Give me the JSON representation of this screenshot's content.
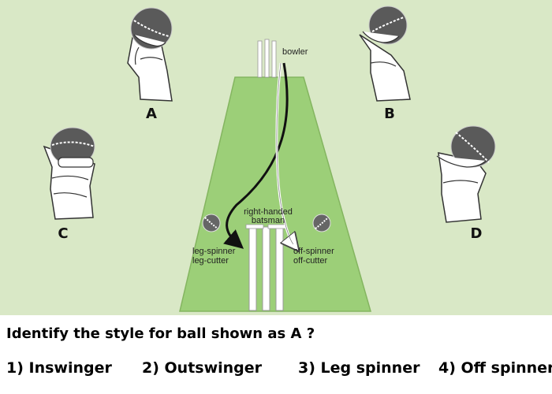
{
  "colors": {
    "background": "#d9e8c6",
    "pitch": "#9ccf78",
    "pitch_edge": "#84b560",
    "ball": "#5a5a5a",
    "stumps": "#ffffff"
  },
  "labels": {
    "bowler": "bowler",
    "batsman_line1": "right-handed",
    "batsman_line2": "batsman",
    "leg_line1": "leg-spinner",
    "leg_line2": "leg-cutter",
    "off_line1": "off-spinner",
    "off_line2": "off-cutter",
    "grip_a": "A",
    "grip_b": "B",
    "grip_c": "C",
    "grip_d": "D"
  },
  "question": "Identify the style for ball shown as A ?",
  "options": [
    "1) Inswinger",
    "2) Outswinger",
    "3) Leg spinner",
    "4) Off spinner"
  ],
  "icons": [
    "hand-grip-icon",
    "cricket-ball-icon",
    "wicket-stumps-icon"
  ]
}
